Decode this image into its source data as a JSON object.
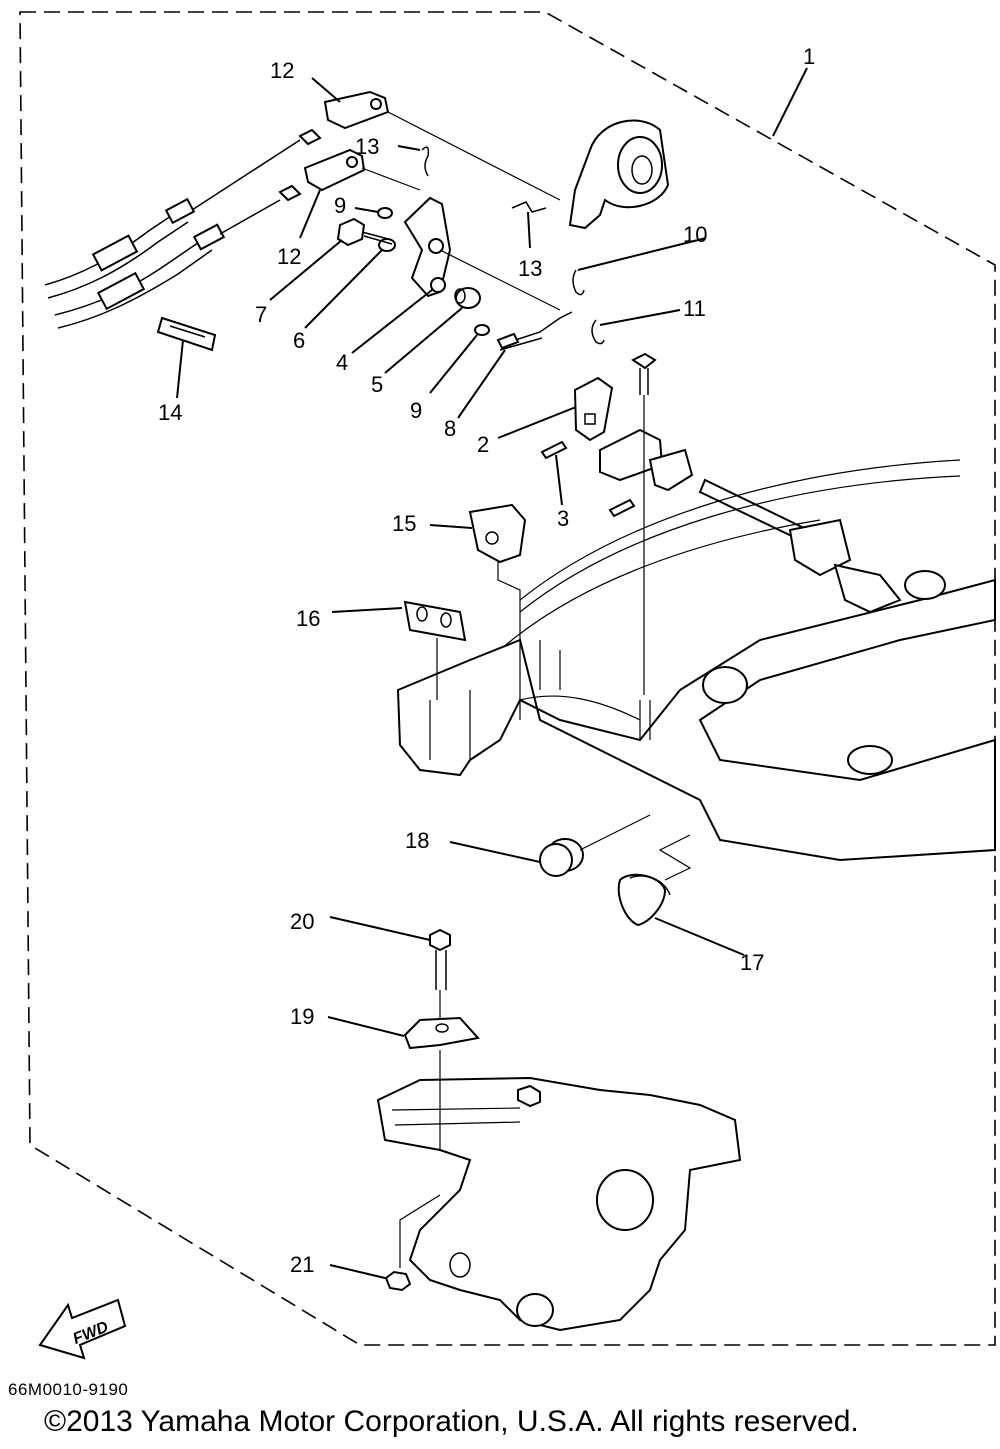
{
  "labels": {
    "l1": "1",
    "l2": "2",
    "l3": "3",
    "l4": "4",
    "l5": "5",
    "l6": "6",
    "l7": "7",
    "l8": "8",
    "l9a": "9",
    "l9b": "9",
    "l10": "10",
    "l11": "11",
    "l12a": "12",
    "l12b": "12",
    "l13a": "13",
    "l13b": "13",
    "l14": "14",
    "l15": "15",
    "l16": "16",
    "l17": "17",
    "l18": "18",
    "l19": "19",
    "l20": "20",
    "l21": "21"
  },
  "fwd_label": "FWD",
  "diagram_code": "66M0010-9190",
  "copyright": "©2013 Yamaha Motor Corporation, U.S.A. All rights reserved."
}
